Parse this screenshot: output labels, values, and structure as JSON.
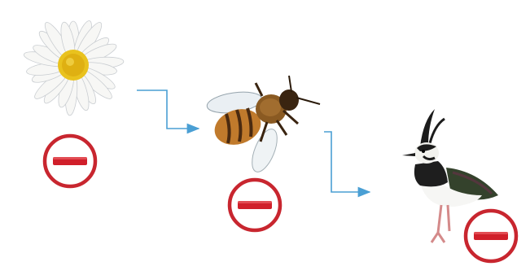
{
  "diagram": {
    "type": "flow",
    "nodes": [
      {
        "id": "daisy",
        "icon": "daisy-flower-icon",
        "badge": "minus-icon"
      },
      {
        "id": "bee",
        "icon": "honey-bee-icon",
        "badge": "minus-icon"
      },
      {
        "id": "lapwing",
        "icon": "lapwing-bird-icon",
        "badge": "minus-icon"
      }
    ],
    "edges": [
      {
        "from": "daisy",
        "to": "bee"
      },
      {
        "from": "bee",
        "to": "lapwing"
      }
    ]
  },
  "colors": {
    "connector": "#4a9fd4",
    "badge_ring": "#c8262f",
    "badge_bar": "#d01f2a"
  }
}
